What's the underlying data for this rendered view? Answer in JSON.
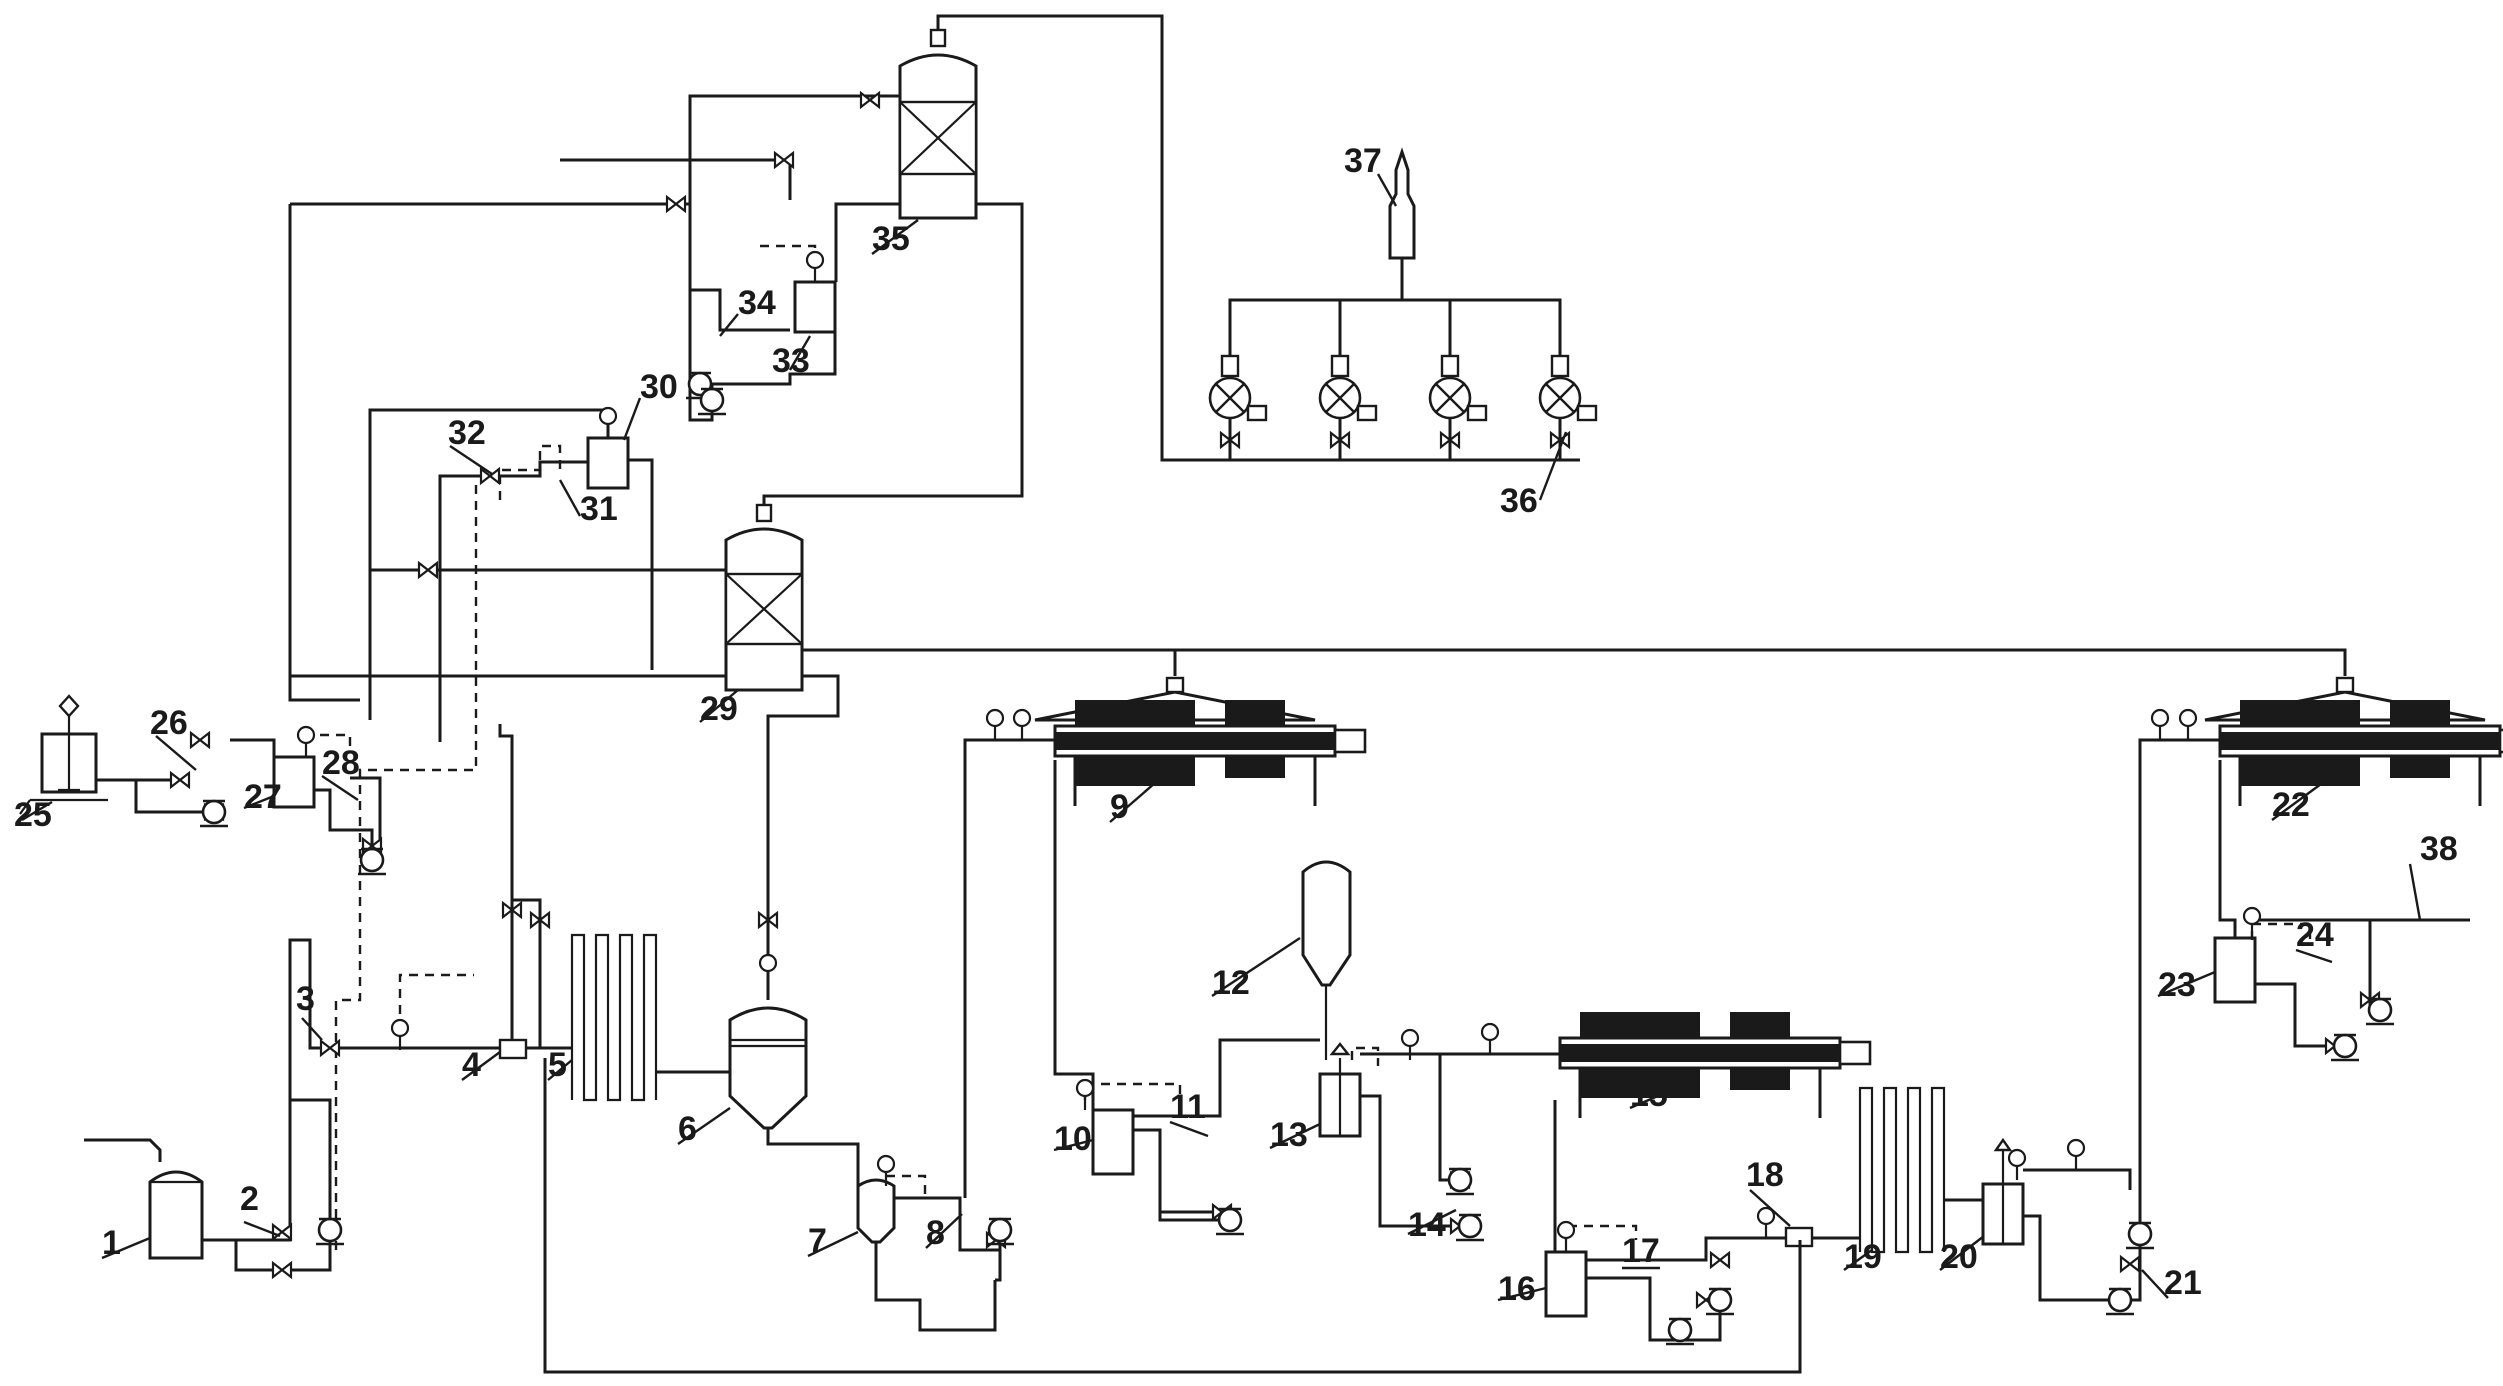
{
  "diagram": {
    "labels": {
      "n1": "1",
      "n2": "2",
      "n3": "3",
      "n4": "4",
      "n5": "5",
      "n6": "6",
      "n7": "7",
      "n8": "8",
      "n9": "9",
      "n10": "10",
      "n11": "11",
      "n12": "12",
      "n13": "13",
      "n14": "14",
      "n15": "15",
      "n16": "16",
      "n17": "17",
      "n18": "18",
      "n19": "19",
      "n20": "20",
      "n21": "21",
      "n22": "22",
      "n23": "23",
      "n24": "24",
      "n25": "25",
      "n26": "26",
      "n27": "27",
      "n28": "28",
      "n29": "29",
      "n30": "30",
      "n31": "31",
      "n32": "32",
      "n33": "33",
      "n34": "34",
      "n35": "35",
      "n36": "36",
      "n37": "37",
      "n38": "38"
    }
  }
}
